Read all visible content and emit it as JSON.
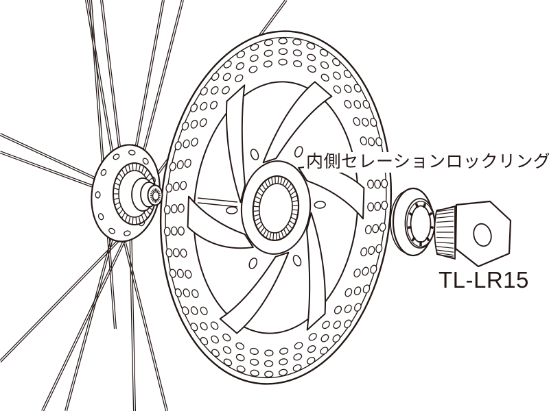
{
  "figure": {
    "title_hint": "disc-rotor-lockring-installation-diagram",
    "labels": {
      "lock_ring": "内側セレーションロックリング",
      "tool_model": "TL-LR15"
    },
    "colors": {
      "line": "#231815",
      "background": "#ffffff"
    },
    "parts": {
      "hub": "rear-hub-with-spokes",
      "rotor": "center-lock-disc-brake-rotor",
      "lock_ring": "inner-serration-lock-ring",
      "tool": "lock-ring-tool"
    }
  }
}
